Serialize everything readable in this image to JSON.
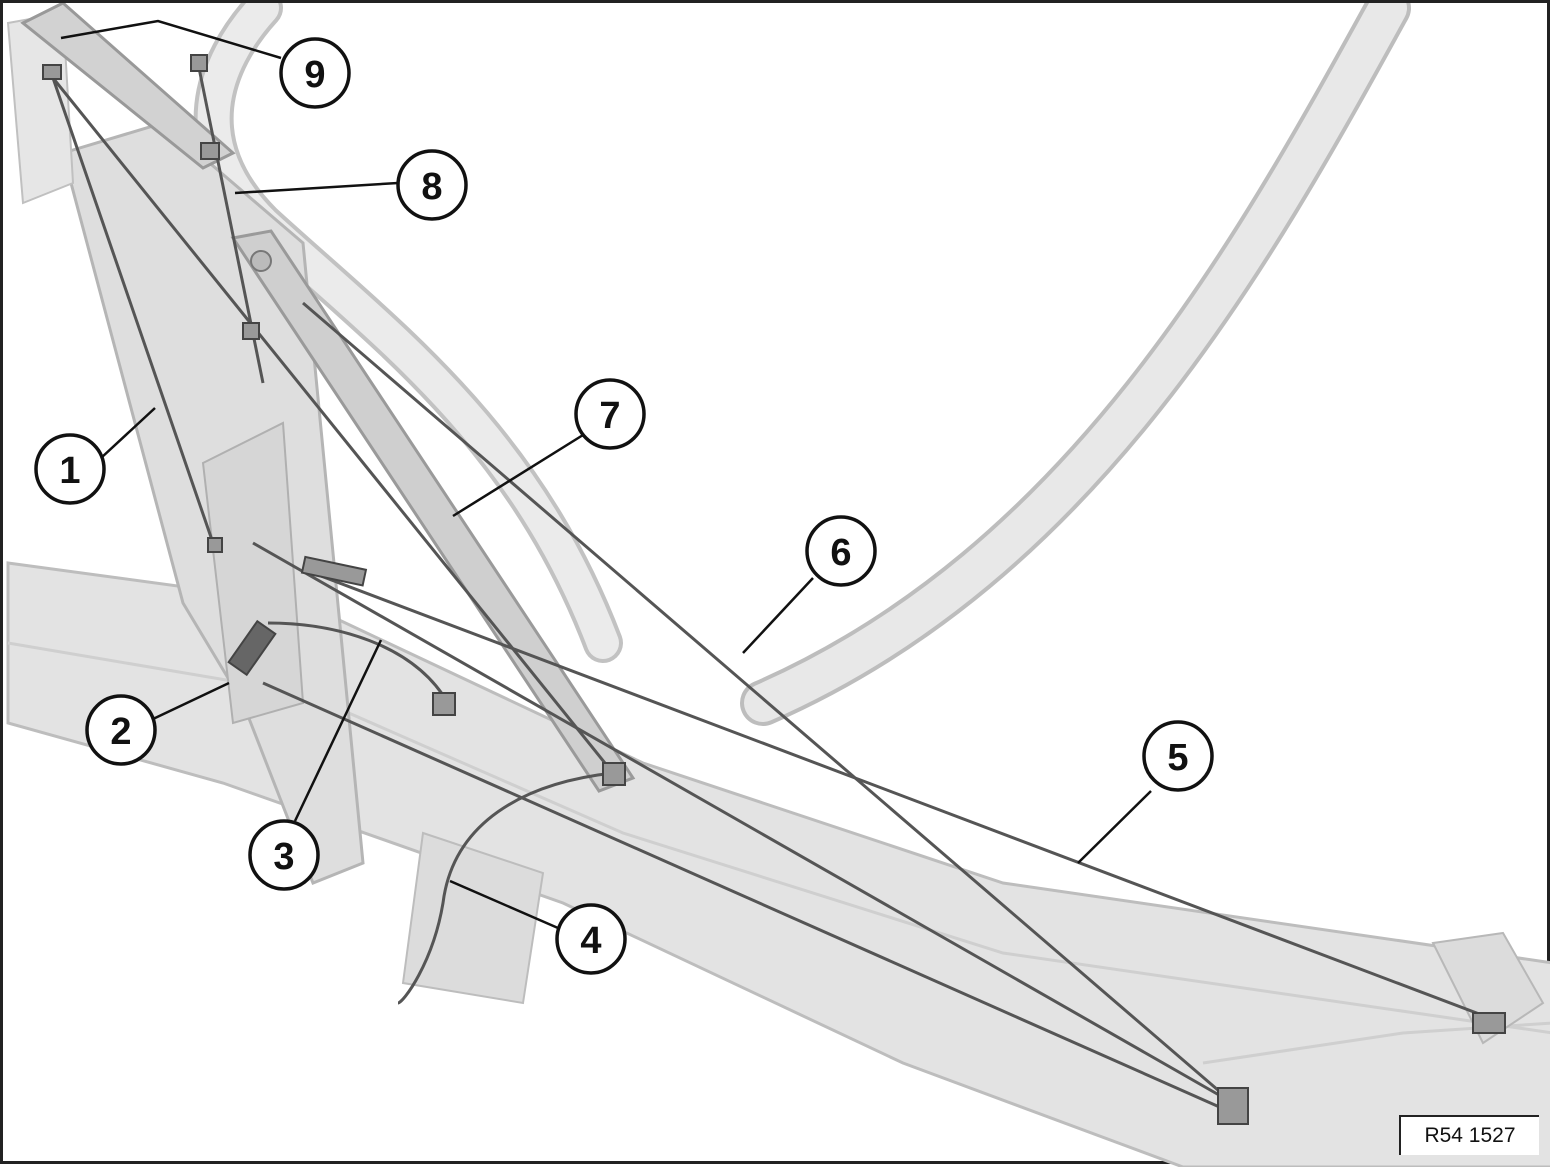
{
  "figure": {
    "code": "R54 1527",
    "callouts": [
      {
        "id": "callout-1",
        "label": "1"
      },
      {
        "id": "callout-2",
        "label": "2"
      },
      {
        "id": "callout-3",
        "label": "3"
      },
      {
        "id": "callout-4",
        "label": "4"
      },
      {
        "id": "callout-5",
        "label": "5"
      },
      {
        "id": "callout-6",
        "label": "6"
      },
      {
        "id": "callout-7",
        "label": "7"
      },
      {
        "id": "callout-8",
        "label": "8"
      },
      {
        "id": "callout-9",
        "label": "9"
      }
    ]
  },
  "colors": {
    "frame": "#e4e4e4",
    "frame_edge": "#bdbdbd",
    "cable": "#555555",
    "leader": "#111111"
  }
}
